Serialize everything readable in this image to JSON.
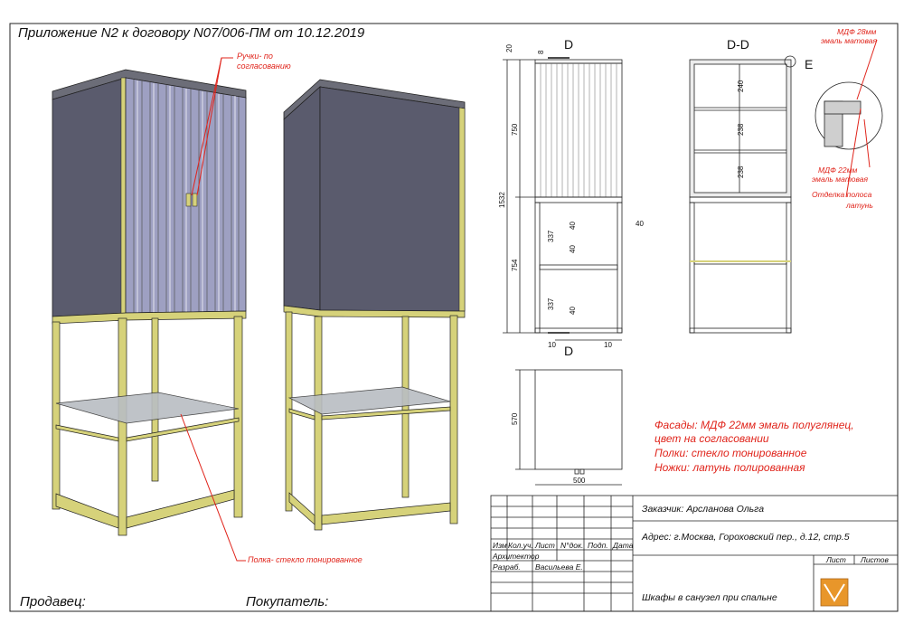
{
  "header": {
    "title": "Приложение N2 к договору N07/006-ПМ от 10.12.2019"
  },
  "notes": {
    "handles": [
      "Ручки- по",
      "согласованию"
    ],
    "shelf_glass": "Полка- стекло тонированное",
    "mdf28": [
      "МДФ 28мм",
      "эмаль матовая"
    ],
    "mdf22": [
      "МДФ 22мм",
      "эмаль матовая"
    ],
    "brass": [
      "Отделка полоса",
      "латунь"
    ]
  },
  "materials": [
    "Фасады: МДФ 22мм эмаль полуглянец,",
    "цвет на согласовании",
    "Полки: стекло тонированное",
    "Ножки: латунь полированная"
  ],
  "section_labels": {
    "cut_letter": "D",
    "section": "D-D",
    "detail": "E"
  },
  "dimensions": {
    "front": [
      "20",
      "8",
      "750",
      "1532",
      "754",
      "337",
      "40",
      "40",
      "40",
      "337",
      "40",
      "10",
      "10"
    ],
    "section": [
      "240",
      "238",
      "238"
    ],
    "top": [
      "570",
      "500"
    ]
  },
  "signatures": {
    "seller": "Продавец:",
    "buyer": "Покупатель:"
  },
  "title_block": {
    "columns": [
      "Изм",
      "Кол.уч.",
      "Лист",
      "N°док.",
      "Подп.",
      "Дата"
    ],
    "roles": [
      "Архитектор",
      "Разраб."
    ],
    "developer": "Васильева Е.",
    "customer": "Заказчик: Арсланова Ольга",
    "address": "Адрес: г.Москва, Гороховский пер., д.12, стр.5",
    "sheet_label": "Лист",
    "sheets_label": "Листов",
    "drawing_name": "Шкафы в санузел при спальне"
  },
  "colors": {
    "cabinet_body": "#5a5b6d",
    "brass": "#d6d27a",
    "glass": "#b9bdc3",
    "annotation_red": "#e0241b",
    "logo_orange": "#e8962a"
  }
}
